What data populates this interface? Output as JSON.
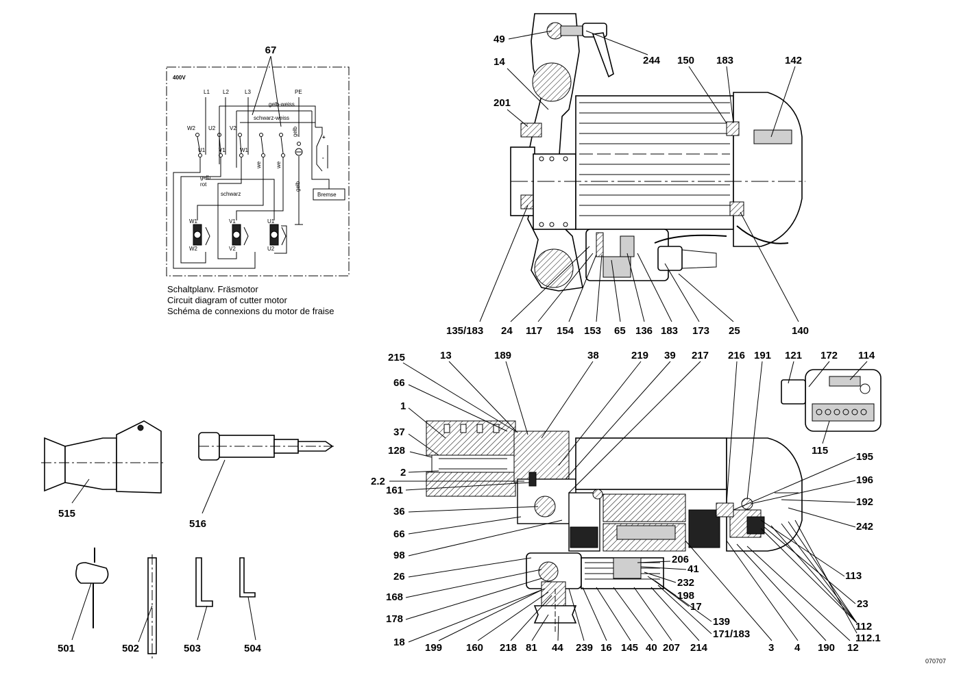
{
  "circuit": {
    "ref_number": "67",
    "voltage": "400V",
    "lines": [
      "L1",
      "L2",
      "L3",
      "PE"
    ],
    "terminals": [
      "W2",
      "U2",
      "V2",
      "U1",
      "V1",
      "W1"
    ],
    "wire_labels": [
      "gelb-weiss",
      "schwarz-weiss",
      "gelb",
      "rot",
      "schwarz",
      "gelb",
      "we",
      "we"
    ],
    "brake_label": "Bremse",
    "winding_labels": [
      "W1",
      "W2",
      "V1",
      "V2",
      "U1",
      "U2"
    ],
    "caption": [
      "Schaltplanv. Fräsmotor",
      "Circuit diagram of cutter motor",
      "Schéma de connexions du motor de fraise"
    ]
  },
  "top_view": {
    "labels": [
      "49",
      "244",
      "14",
      "150",
      "183",
      "142",
      "201",
      "135/183",
      "24",
      "117",
      "154",
      "153",
      "65",
      "136",
      "183",
      "173",
      "25",
      "140"
    ]
  },
  "section_view": {
    "labels_top": [
      "215",
      "13",
      "189",
      "38",
      "219",
      "39",
      "217",
      "216",
      "191",
      "121",
      "172",
      "114"
    ],
    "labels_left": [
      "66",
      "1",
      "37",
      "128",
      "2",
      "2.2",
      "161",
      "36",
      "66",
      "98",
      "26",
      "168",
      "178",
      "18"
    ],
    "labels_right": [
      "115",
      "195",
      "196",
      "192",
      "242",
      "206",
      "41",
      "232",
      "198",
      "17",
      "113",
      "23",
      "112",
      "112.1",
      "139",
      "171/183"
    ],
    "labels_bottom": [
      "199",
      "160",
      "218",
      "81",
      "44",
      "239",
      "16",
      "145",
      "40",
      "207",
      "214",
      "3",
      "4",
      "190",
      "12"
    ]
  },
  "accessories": {
    "labels": [
      "515",
      "516",
      "501",
      "502",
      "503",
      "504"
    ]
  },
  "drawing_number": "070707"
}
